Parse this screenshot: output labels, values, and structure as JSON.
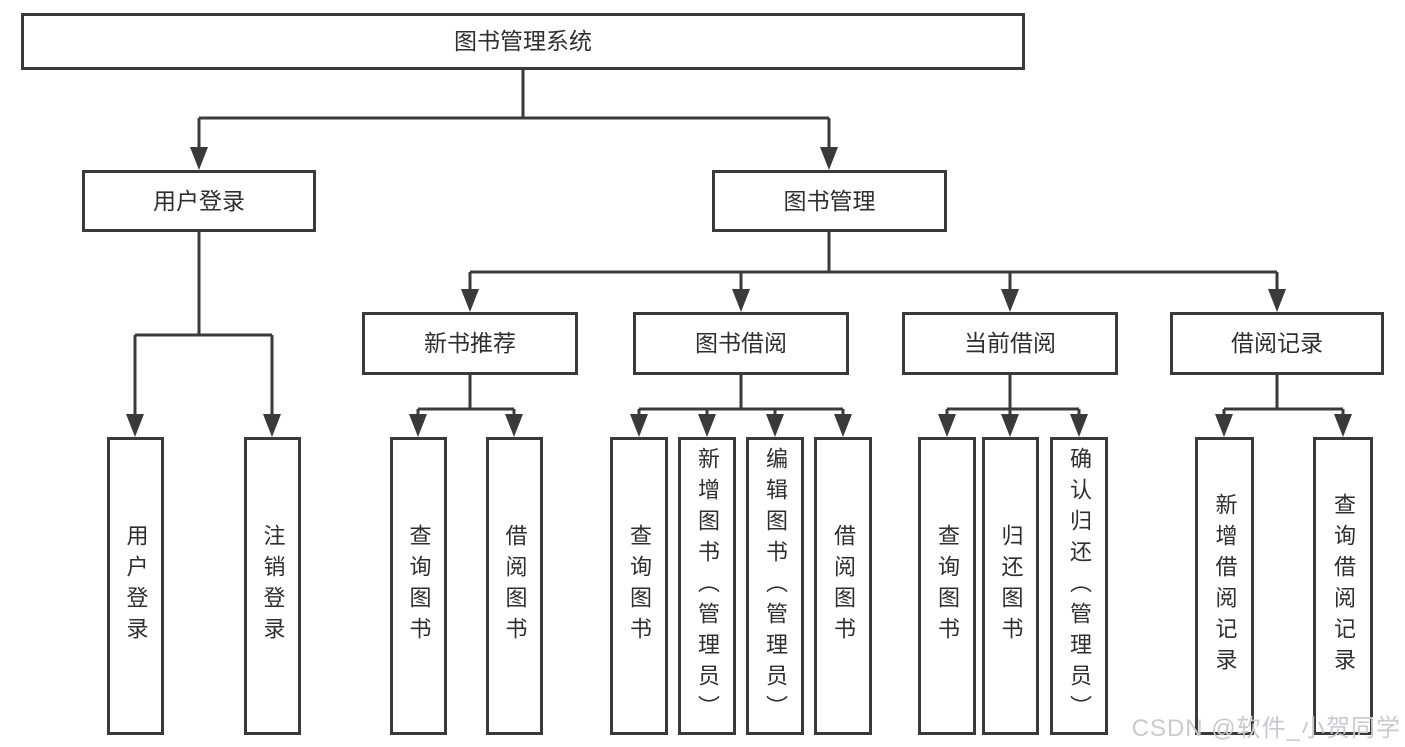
{
  "nodes": {
    "root": "图书管理系统",
    "user_login": "用户登录",
    "book_manage": "图书管理",
    "new_book_recommend": "新书推荐",
    "book_borrow": "图书借阅",
    "current_borrow": "当前借阅",
    "borrow_records": "借阅记录",
    "leaf_user_login": "用户登录",
    "leaf_logout": "注销登录",
    "leaf_recommend_query": "查询图书",
    "leaf_recommend_borrow": "借阅图书",
    "leaf_borrow_query": "查询图书",
    "leaf_borrow_add": "新增图书（管理员）",
    "leaf_borrow_edit": "编辑图书（管理员）",
    "leaf_borrow_borrow": "借阅图书",
    "leaf_current_query": "查询图书",
    "leaf_current_return": "归还图书",
    "leaf_current_confirm": "确认归还（管理员）",
    "leaf_records_add": "新增借阅记录",
    "leaf_records_query": "查询借阅记录"
  },
  "watermark": "CSDN @软件_小贺同学",
  "colors": {
    "line": "#3a3a3a",
    "text": "#2f2f2f",
    "background": "#ffffff",
    "watermark": "#c9c9cf"
  }
}
